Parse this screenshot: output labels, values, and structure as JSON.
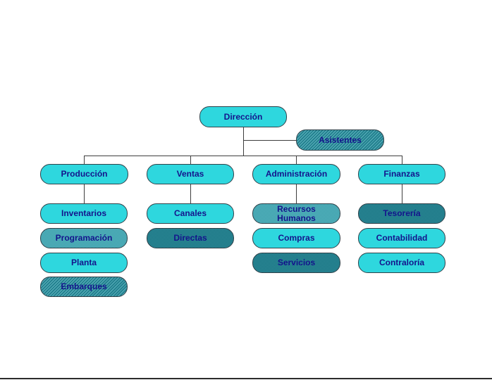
{
  "diagram": {
    "type": "org-chart",
    "org": {
      "root": {
        "label": "Dirección",
        "style": "solid"
      },
      "assistant": {
        "label": "Asistentes",
        "style": "hatch"
      },
      "departments": [
        {
          "label": "Producción",
          "style": "solid",
          "children": [
            {
              "label": "Inventarios",
              "style": "solid"
            },
            {
              "label": "Programación",
              "style": "dots-light"
            },
            {
              "label": "Planta",
              "style": "solid"
            },
            {
              "label": "Embarques",
              "style": "hatch"
            }
          ]
        },
        {
          "label": "Ventas",
          "style": "solid",
          "children": [
            {
              "label": "Canales",
              "style": "solid"
            },
            {
              "label": "Directas",
              "style": "dots-dark"
            }
          ]
        },
        {
          "label": "Administración",
          "style": "solid",
          "children": [
            {
              "label": "Recursos Humanos",
              "style": "dots-light"
            },
            {
              "label": "Compras",
              "style": "solid"
            },
            {
              "label": "Servicios",
              "style": "dots-dark"
            }
          ]
        },
        {
          "label": "Finanzas",
          "style": "solid",
          "children": [
            {
              "label": "Tesorería",
              "style": "dots-dark"
            },
            {
              "label": "Contabilidad",
              "style": "solid"
            },
            {
              "label": "Contraloría",
              "style": "solid"
            }
          ]
        }
      ]
    },
    "colors": {
      "solid_fill": "#2ed7de",
      "dots_light_fill": "#4aafba",
      "dots_dark_fill": "#23808e",
      "hatch_fill": "#1f8b99",
      "node_border": "#31424a",
      "label_text": "#14148c",
      "connector": "#3d3d3d",
      "bottom_rule": "#2b2b2b",
      "background": "#ffffff"
    }
  }
}
